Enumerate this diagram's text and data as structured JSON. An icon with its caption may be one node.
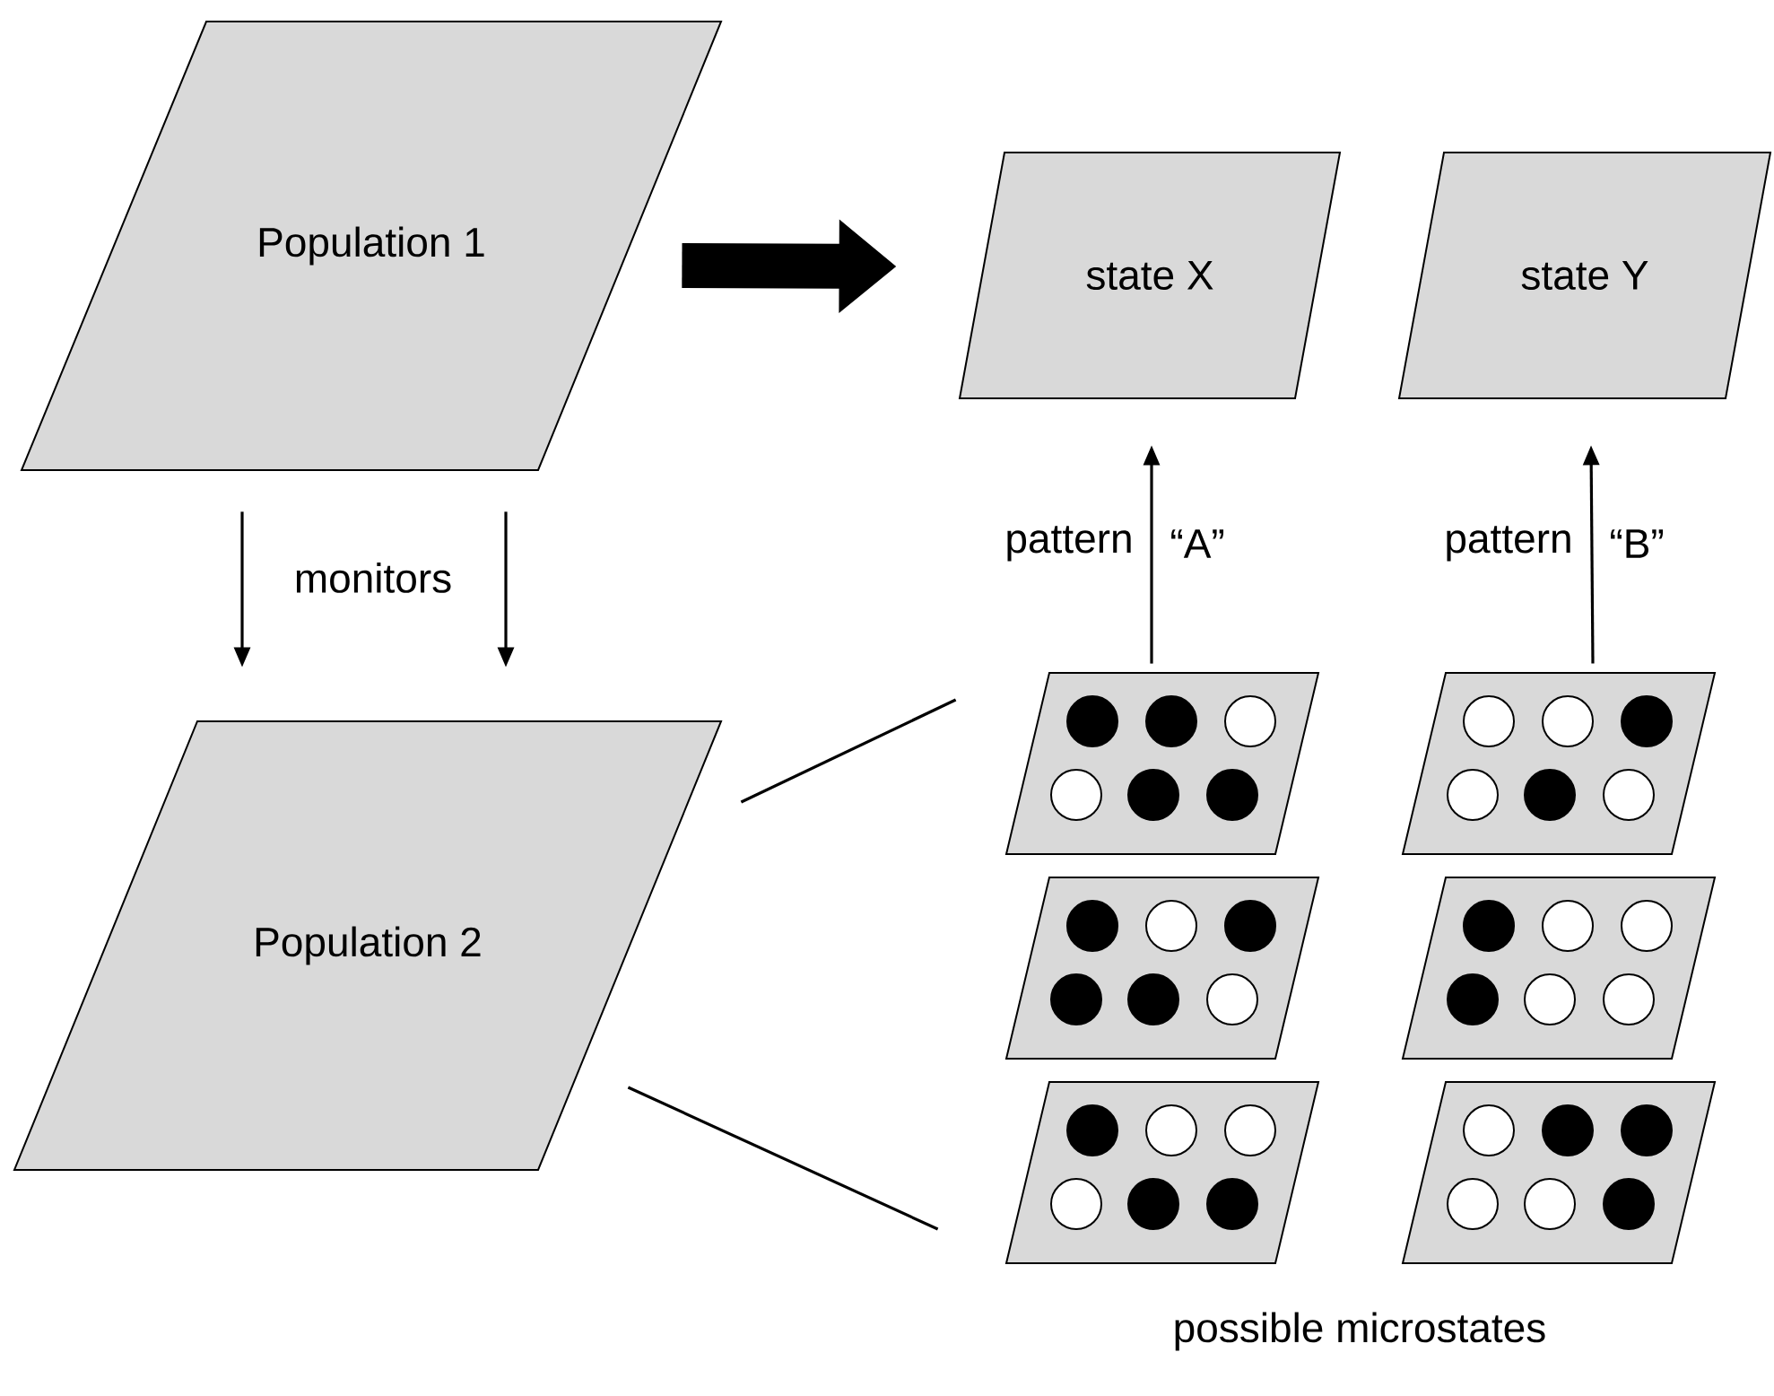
{
  "diagram": {
    "nodes": [
      {
        "text": [
          "Population 1"
        ]
      },
      {
        "text": [
          "Population 2"
        ]
      },
      {
        "text": [
          "state X"
        ]
      },
      {
        "text": [
          "state Y"
        ]
      },
      {
        "text": [],
        "shape": "parallelogram"
      },
      {
        "text": [],
        "shape": "parallelogram"
      },
      {
        "text": [],
        "shape": "parallelogram"
      },
      {
        "text": [],
        "shape": "parallelogram"
      },
      {
        "text": [],
        "shape": "parallelogram"
      },
      {
        "text": [],
        "shape": "parallelogram"
      }
    ],
    "edges": [
      {
        "from": 0,
        "to": 2,
        "arrow": "to",
        "style": "thick"
      },
      {
        "from": 0,
        "to": 1,
        "arrow": "to",
        "label": "monitors"
      },
      {
        "from": 0,
        "to": 1,
        "arrow": "to"
      },
      {
        "from": 4,
        "to": 2,
        "arrow": "to",
        "label": "pattern"
      },
      {
        "from": 5,
        "to": 3,
        "arrow": "to",
        "label": "pattern"
      },
      {
        "from": 1,
        "to": 4,
        "arrow": "none"
      },
      {
        "from": 1,
        "to": 8,
        "arrow": "none"
      }
    ],
    "labels": [
      "“A”",
      "“B”",
      "possible microstates"
    ]
  }
}
